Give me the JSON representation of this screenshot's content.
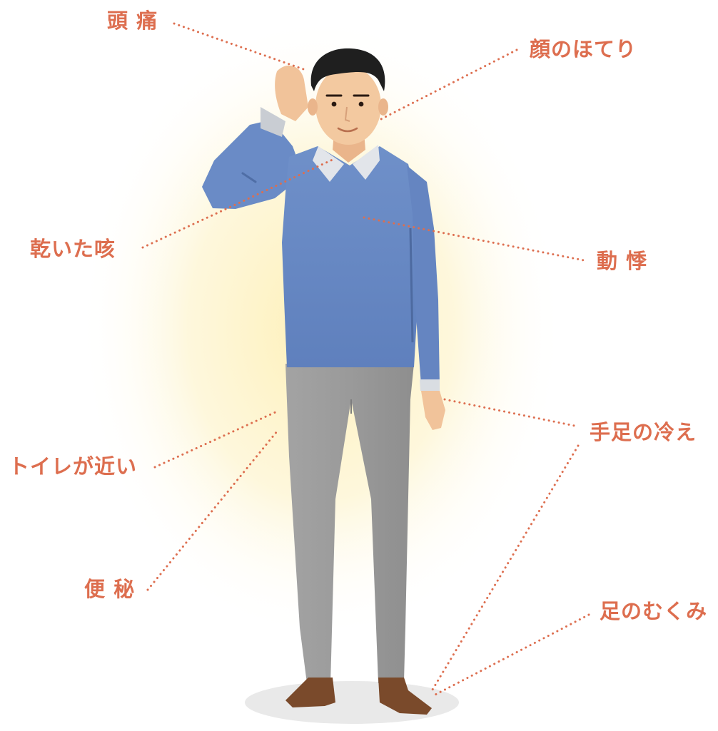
{
  "labels": {
    "headache": "頭 痛",
    "hot_flush": "顔のほてり",
    "dry_cough": "乾いた咳",
    "palpitation": "動 悸",
    "cold_limbs": "手足の冷え",
    "frequent_urination": "トイレが近い",
    "constipation": "便 秘",
    "leg_swelling": "足のむくみ"
  },
  "colors": {
    "label": "#dd6e4f",
    "leader_line": "#dd6e4f",
    "glow": "#fdf0b8",
    "sweater": "#6b8cc6",
    "trousers": "#9a9a9a",
    "shoes": "#7a4a2b",
    "skin": "#f3c9a0",
    "hair": "#1f1f1f",
    "collar": "#e3e6ea"
  }
}
